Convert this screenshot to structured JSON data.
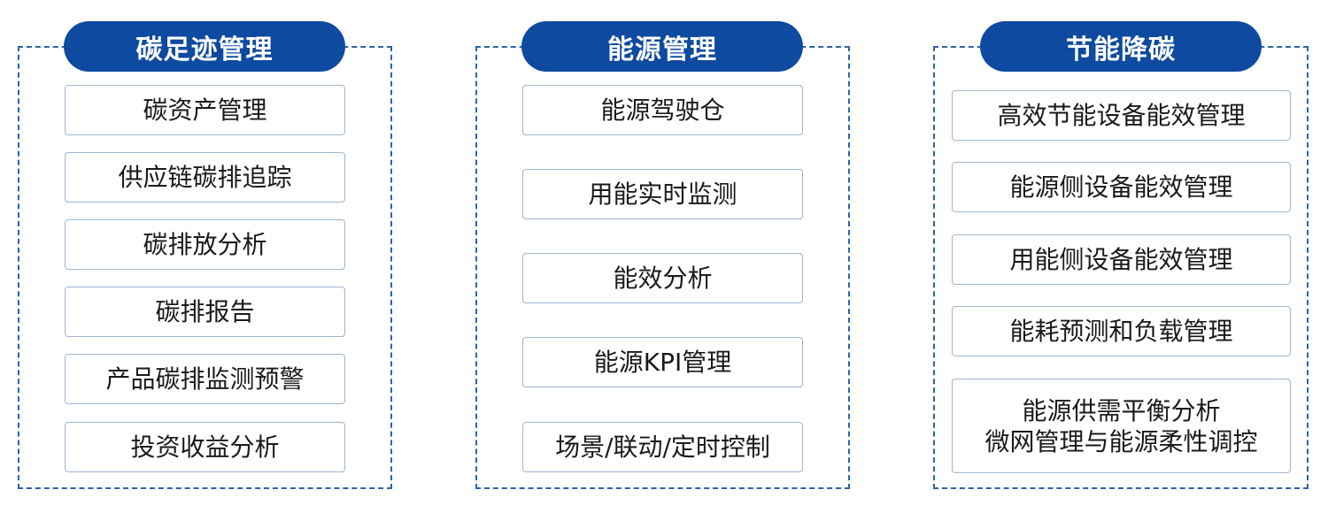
{
  "columns": [
    {
      "title": "碳足迹管理",
      "items": [
        "碳资产管理",
        "供应链碳排追踪",
        "碳排放分析",
        "碳排报告",
        "产品碳排监测预警",
        "投资收益分析"
      ]
    },
    {
      "title": "能源管理",
      "items": [
        "能源驾驶仓",
        "用能实时监测",
        "能效分析",
        "能源KPI管理",
        "场景/联动/定时控制"
      ]
    },
    {
      "title": "节能降碳",
      "items": [
        "高效节能设备能效管理",
        "能源侧设备能效管理",
        "用能侧设备能效管理",
        "能耗预测和负载管理"
      ],
      "last_item_lines": [
        "能源供需平衡分析",
        "微网管理与能源柔性调控"
      ]
    }
  ],
  "colors": {
    "header_bg": "#0d4aa0",
    "dash_border": "#2e63a8",
    "item_border": "#9fb6d3",
    "text": "#1a1a1a"
  }
}
